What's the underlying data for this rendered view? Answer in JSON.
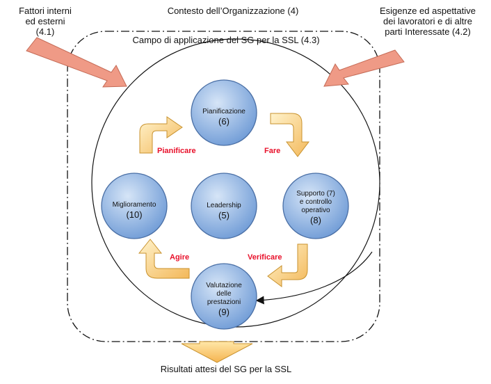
{
  "labels": {
    "internal_factors_line1": "Fattori interni",
    "internal_factors_line2": "ed esterni",
    "internal_factors_line3": "(4.1)",
    "context": "Contesto dell’Organizzazione (4)",
    "needs_line1": "Esigenze ed aspettative",
    "needs_line2": "dei lavoratori e di altre",
    "needs_line3": "parti Interessate (4.2)",
    "scope": "Campo di applicazione del SG per la SSL (4.3)",
    "outcomes": "Risultati attesi del SG per la SSL"
  },
  "nodes": {
    "planning": {
      "title": "Pianificazione",
      "number": "(6)"
    },
    "support": {
      "title_line1": "Supporto (7)",
      "title_line2": "e controllo",
      "title_line3": "operativo",
      "number": "(8)"
    },
    "leadership": {
      "title": "Leadership",
      "number": "(5)"
    },
    "improvement": {
      "title": "Miglioramento",
      "number": "(10)"
    },
    "evaluation": {
      "title_line1": "Valutazione",
      "title_line2": "delle",
      "title_line3": "prestazioni",
      "number": "(9)"
    }
  },
  "phases": {
    "plan": "Pianificare",
    "do": "Fare",
    "check": "Verificare",
    "act": "Agire"
  },
  "colors": {
    "node_fill_light": "#cfe0f5",
    "node_fill_dark": "#6f9bd6",
    "node_stroke": "#4a6fa5",
    "arrow_fill_light": "#fff1c2",
    "arrow_fill_dark": "#f3b85a",
    "arrow_stroke": "#c8922e",
    "input_arrow": "#ef9a86",
    "phase_text": "#e8102a"
  }
}
